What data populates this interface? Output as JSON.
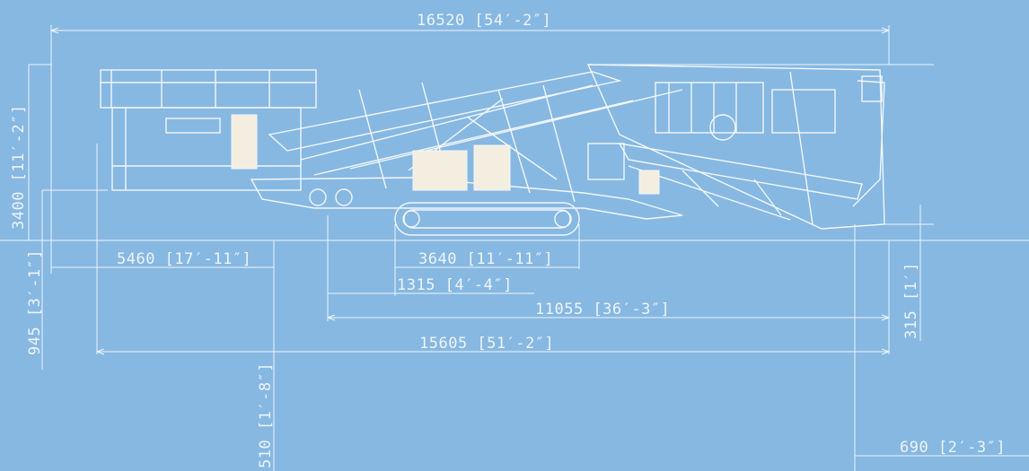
{
  "drawing": {
    "colors": {
      "background": "#86b8e2",
      "linework": "#eef4fb",
      "fill": "#f4eee0"
    },
    "subject_icon": "mobile-screening-plant-side-elevation",
    "dimensions": {
      "overall_length": "16520 [54′-2″]",
      "overall_height": "3400 [11′-2″]",
      "front_overhang": "5460 [17′-11″]",
      "track_length": "3640 [11′-11″]",
      "axle_offset": "1315 [4′-4″]",
      "rear_length": "11055 [36′-3″]",
      "base_length": "15605 [51′-2″]",
      "ground_clearance_left": "945 [3′-1″]",
      "ground_clearance_right": "315 [1′]",
      "discharge_height": "510 [1′-8″]",
      "conveyor_offset": "690 [2′-3″]"
    }
  }
}
